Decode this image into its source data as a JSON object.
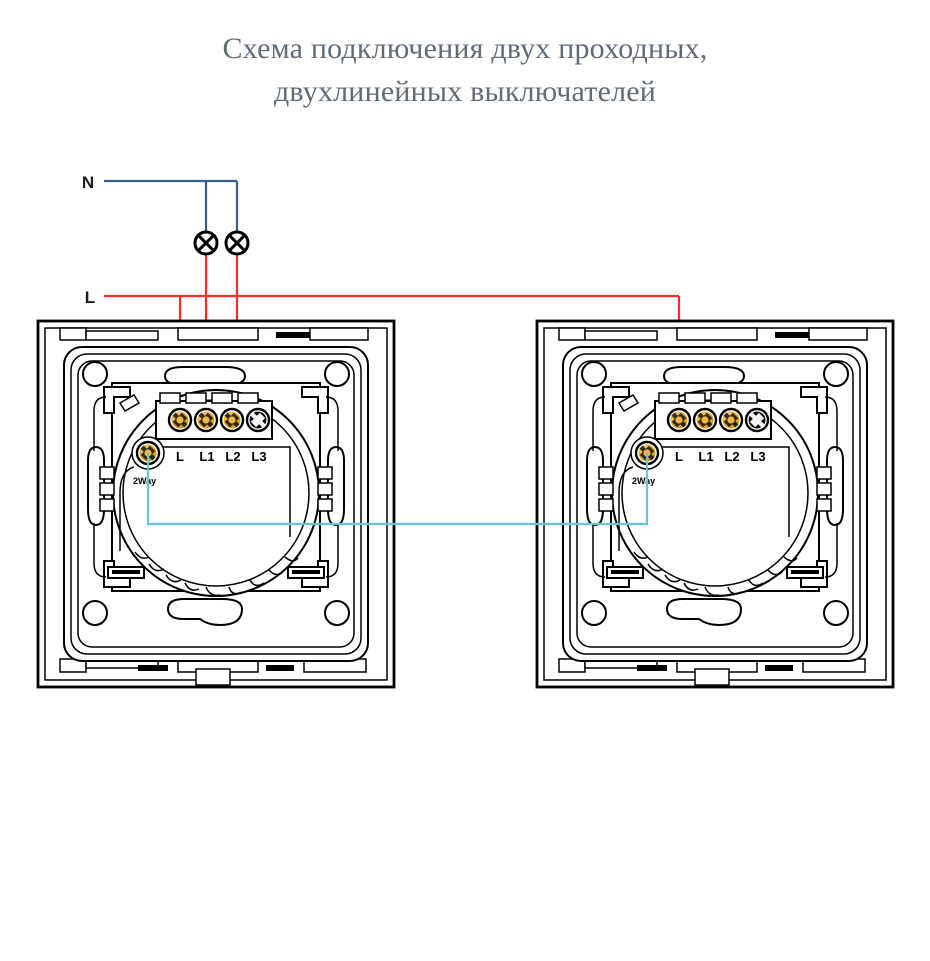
{
  "title": {
    "line1": "Схема подключения двух проходных,",
    "line2": "двухлинейных выключателей"
  },
  "colors": {
    "neutral_wire": "#3b5c8f",
    "live_wire": "#fb2c2c",
    "traveler_wire": "#5fc8d2",
    "terminal_gold": "#e9a326",
    "terminal_gold_light": "#f6cf7a",
    "terminal_unused": "#000000",
    "title_text": "#5f6b77",
    "outline": "#000000",
    "background": "#ffffff"
  },
  "wires": [
    {
      "id": "neutral",
      "label": "N",
      "color": "#3b5c8f",
      "description": "Neutral bus feeding both lamps"
    },
    {
      "id": "live",
      "label": "L",
      "color": "#fb2c2c",
      "description": "Live bus feeding lamps and switch L terminals"
    },
    {
      "id": "traveler",
      "label": "",
      "color": "#5fc8d2",
      "description": "2Way traveler link between both switches"
    }
  ],
  "lamps": [
    {
      "id": "lamp-1",
      "symbol": "crossed-circle"
    },
    {
      "id": "lamp-2",
      "symbol": "crossed-circle"
    }
  ],
  "switches": [
    {
      "id": "switch-left",
      "name": "Left two-gang two-way touch switch",
      "terminal_labels": [
        "L",
        "L1",
        "L2",
        "L3"
      ],
      "terminals": [
        {
          "label": "L",
          "state": "connected",
          "wire": "live"
        },
        {
          "label": "L1",
          "state": "connected",
          "wire": "live"
        },
        {
          "label": "L2",
          "state": "connected",
          "wire": "live"
        },
        {
          "label": "L3",
          "state": "unused",
          "wire": ""
        }
      ],
      "twoway": {
        "label": "2Way",
        "state": "connected",
        "wire": "traveler"
      }
    },
    {
      "id": "switch-right",
      "name": "Right two-gang two-way touch switch",
      "terminal_labels": [
        "L",
        "L1",
        "L2",
        "L3"
      ],
      "terminals": [
        {
          "label": "L",
          "state": "connected",
          "wire": "live"
        },
        {
          "label": "L1",
          "state": "free",
          "wire": ""
        },
        {
          "label": "L2",
          "state": "free",
          "wire": ""
        },
        {
          "label": "L3",
          "state": "unused",
          "wire": ""
        }
      ],
      "twoway": {
        "label": "2Way",
        "state": "connected",
        "wire": "traveler"
      }
    }
  ]
}
